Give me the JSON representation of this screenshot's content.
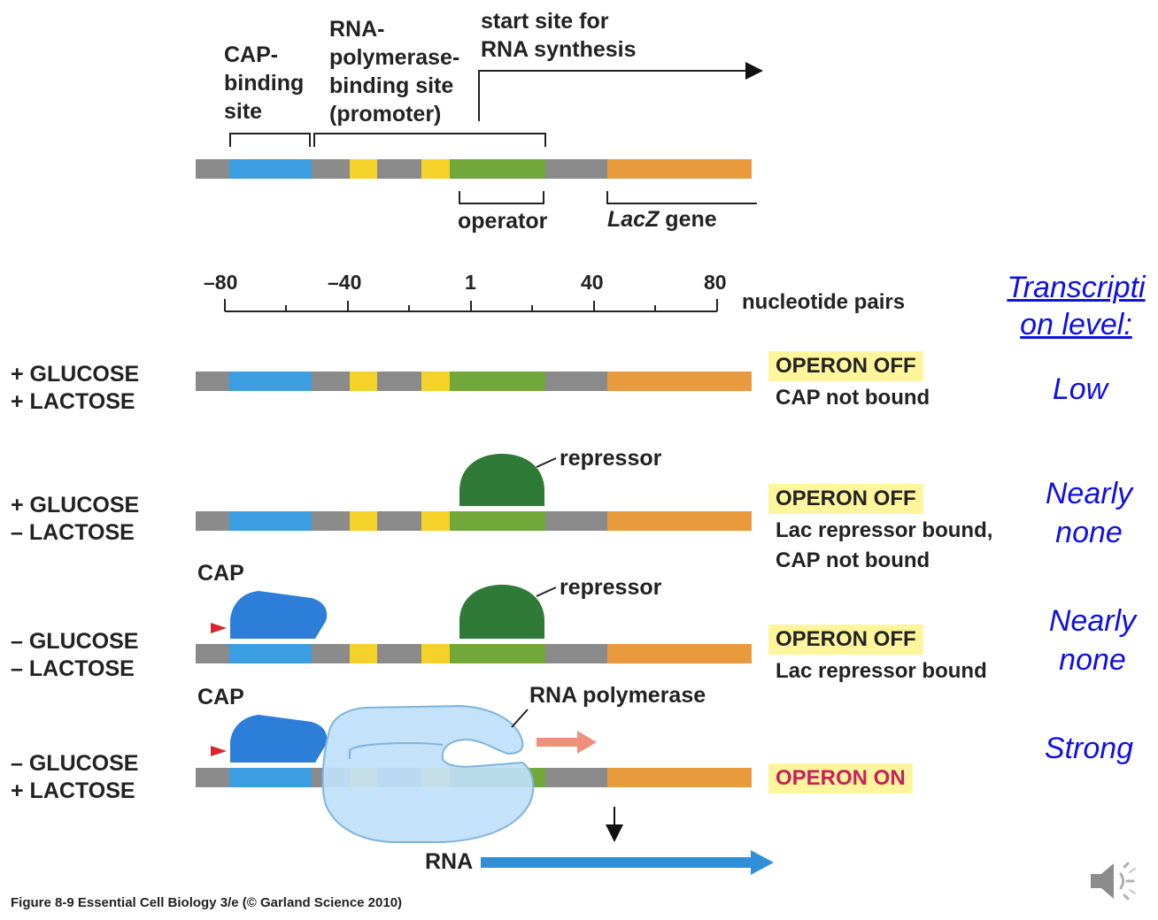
{
  "top_labels": {
    "cap_site": [
      "CAP-",
      "binding",
      "site"
    ],
    "rna_pol_site": [
      "RNA-",
      "polymerase-",
      "binding site",
      "(promoter)"
    ],
    "start_site": [
      "start site for",
      "RNA synthesis"
    ],
    "operator": "operator",
    "lacz_italic": "LacZ",
    "gene_word": " gene"
  },
  "scale": {
    "ticks": [
      "–80",
      "–40",
      "1",
      "40",
      "80"
    ],
    "unit": "nucleotide pairs"
  },
  "transcription_header": [
    "Transcripti",
    "on level:"
  ],
  "rows": [
    {
      "conditions": [
        "+ GLUCOSE",
        "+ LACTOSE"
      ],
      "status": "OPERON OFF",
      "details": [
        "CAP not bound"
      ],
      "level": [
        "Low"
      ]
    },
    {
      "conditions": [
        "+ GLUCOSE",
        "– LACTOSE"
      ],
      "status": "OPERON OFF",
      "details": [
        "Lac repressor bound,",
        "CAP not bound"
      ],
      "level": [
        "Nearly",
        "none"
      ]
    },
    {
      "conditions": [
        "– GLUCOSE",
        "– LACTOSE"
      ],
      "status": "OPERON OFF",
      "details": [
        "Lac repressor bound"
      ],
      "level": [
        "Nearly",
        "none"
      ]
    },
    {
      "conditions": [
        "– GLUCOSE",
        "+ LACTOSE"
      ],
      "status": "OPERON ON",
      "details": [],
      "level": [
        "Strong"
      ]
    }
  ],
  "protein_labels": {
    "repressor": "repressor",
    "cap": "CAP",
    "rna_polymerase": "RNA polymerase",
    "rna": "RNA"
  },
  "caption": "Figure 8-9  Essential Cell Biology 3/e (© Garland Science 2010)",
  "icons": {
    "speaker": "speaker-icon"
  },
  "colors": {
    "gray": "#8a8a8a",
    "blue": "#3a9ee0",
    "yellow": "#f4d22a",
    "green": "#72a83a",
    "orange": "#e99a3c",
    "repressor": "#2e7a36",
    "cap": "#2c7ed8",
    "polymerase": "#bfe0f8",
    "status_bg": "#fff59d",
    "status_on_text": "#c8205a",
    "level_text": "#1010e0"
  }
}
